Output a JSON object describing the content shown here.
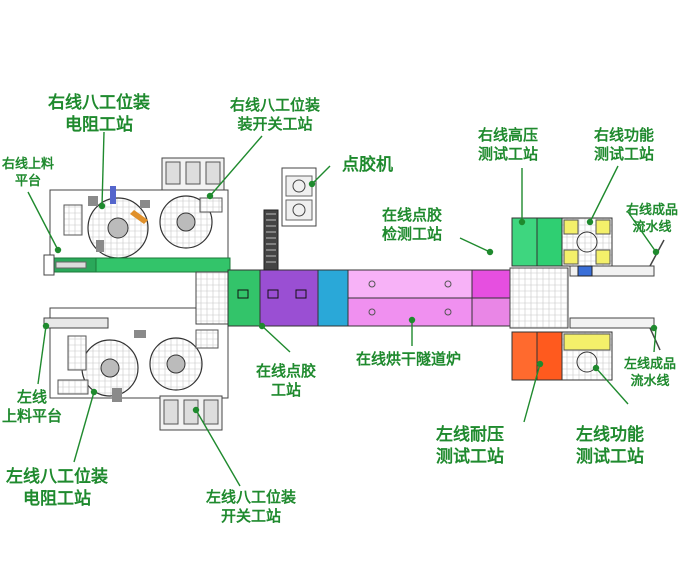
{
  "labels": {
    "r_resistor": "右线八工位装\n电阻工站",
    "r_switch": "右线八工位装\n装开关工站",
    "r_feed": "右线上料\n平台",
    "dispenser": "点胶机",
    "inline_inspect": "在线点胶\n检测工站",
    "r_hv": "右线高压\n测试工站",
    "r_func": "右线功能\n测试工站",
    "r_product": "右线成品\n流水线",
    "inline_glue": "在线点胶\n工站",
    "oven": "在线烘干隧道炉",
    "l_product": "左线成品\n流水线",
    "l_feed": "左线\n上料平台",
    "l_resistor": "左线八工位装\n电阻工站",
    "l_withstand": "左线耐压\n测试工站",
    "l_func": "左线功能\n测试工站",
    "l_switch": "左线八工位装\n开关工站"
  },
  "colors": {
    "label_green": "#1f8a2e",
    "station_green": "#33c46a",
    "station_purple": "#9a4fd3",
    "station_blue": "#2aa8d8",
    "oven_pink": "#f090f0",
    "inspect_magenta": "#e64fe0",
    "hv_green": "#2fcf72",
    "func_yellow": "#f4f06a",
    "withstand_orange": "#ff5a1e",
    "line_gray": "#555555"
  }
}
